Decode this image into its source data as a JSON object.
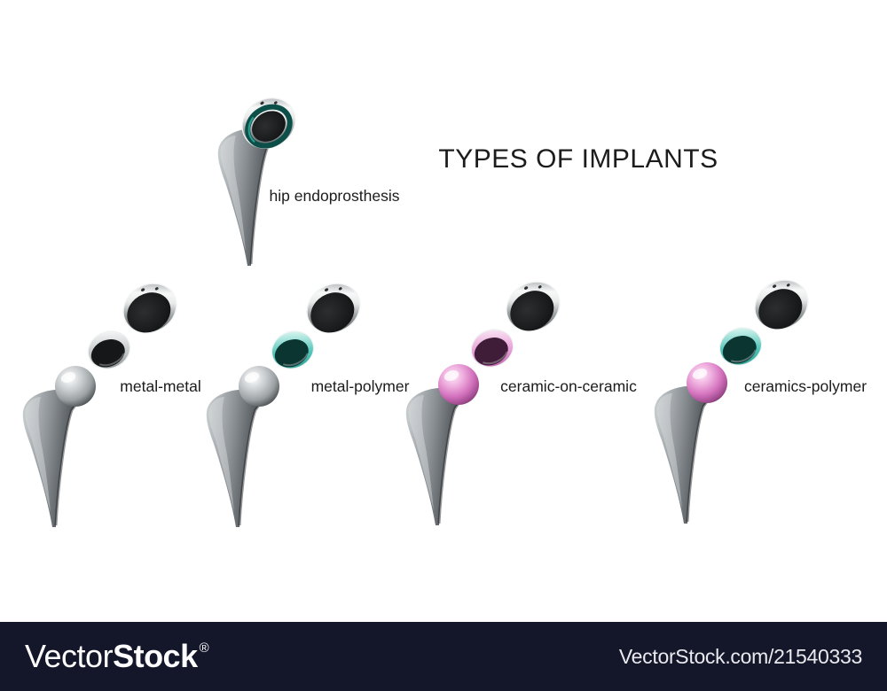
{
  "title": "TYPES OF IMPLANTS",
  "hero": {
    "label": "hip endoprosthesis"
  },
  "implants": [
    {
      "id": "metal-metal",
      "label": "metal-metal",
      "ball": "silver",
      "liner": "silver"
    },
    {
      "id": "metal-polymer",
      "label": "metal-polymer",
      "ball": "silver",
      "liner": "teal"
    },
    {
      "id": "ceramic-on-ceramic",
      "label": "ceramic-on-ceramic",
      "ball": "pink",
      "liner": "pink"
    },
    {
      "id": "ceramics-polymer",
      "label": "ceramics-polymer",
      "ball": "pink",
      "liner": "teal"
    }
  ],
  "colors": {
    "metal": "#c9cdd0",
    "stem_metal": "#8a9094",
    "polymer_teal": "#4fc4b8",
    "ceramic_pink": "#d473be",
    "teal_ring": "#0c4f49",
    "text": "#1c1c1c",
    "footer_bg": "#14162a",
    "footer_text": "#ffffff"
  },
  "footer": {
    "brand_light": "Vector",
    "brand_bold": "Stock",
    "registered": "®",
    "credit": "VectorStock.com/21540333"
  }
}
